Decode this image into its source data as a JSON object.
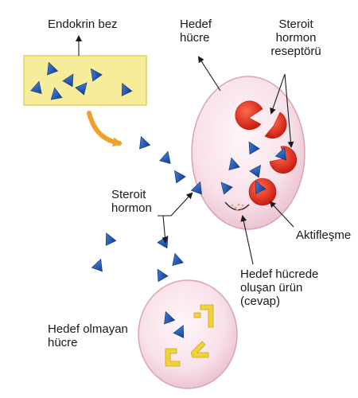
{
  "labels": {
    "endocrine_gland": "Endokrin bez",
    "target_cell": [
      "Hedef",
      "hücre"
    ],
    "steroid_receptor": [
      "Steroit",
      "hormon",
      "reseptörü"
    ],
    "steroid_hormone": [
      "Steroit",
      "hormon"
    ],
    "activation": "Aktifleşme",
    "product": [
      "Hedef hücrede",
      "oluşan ürün",
      "(cevap)"
    ],
    "non_target_cell": [
      "Hedef olmayan",
      "hücre"
    ]
  },
  "colors": {
    "gland_fill": "#f7ec9a",
    "gland_border": "#e3d15d",
    "cell_fill": "#f9e4ec",
    "cell_border": "#d9a3b6",
    "hormone": "#1f5bb8",
    "receptor": "#e8321f",
    "non_target_receptor": "#f2d23a",
    "secretion_arrow": "#f0a12a",
    "product_dots": "#d9a07a"
  }
}
